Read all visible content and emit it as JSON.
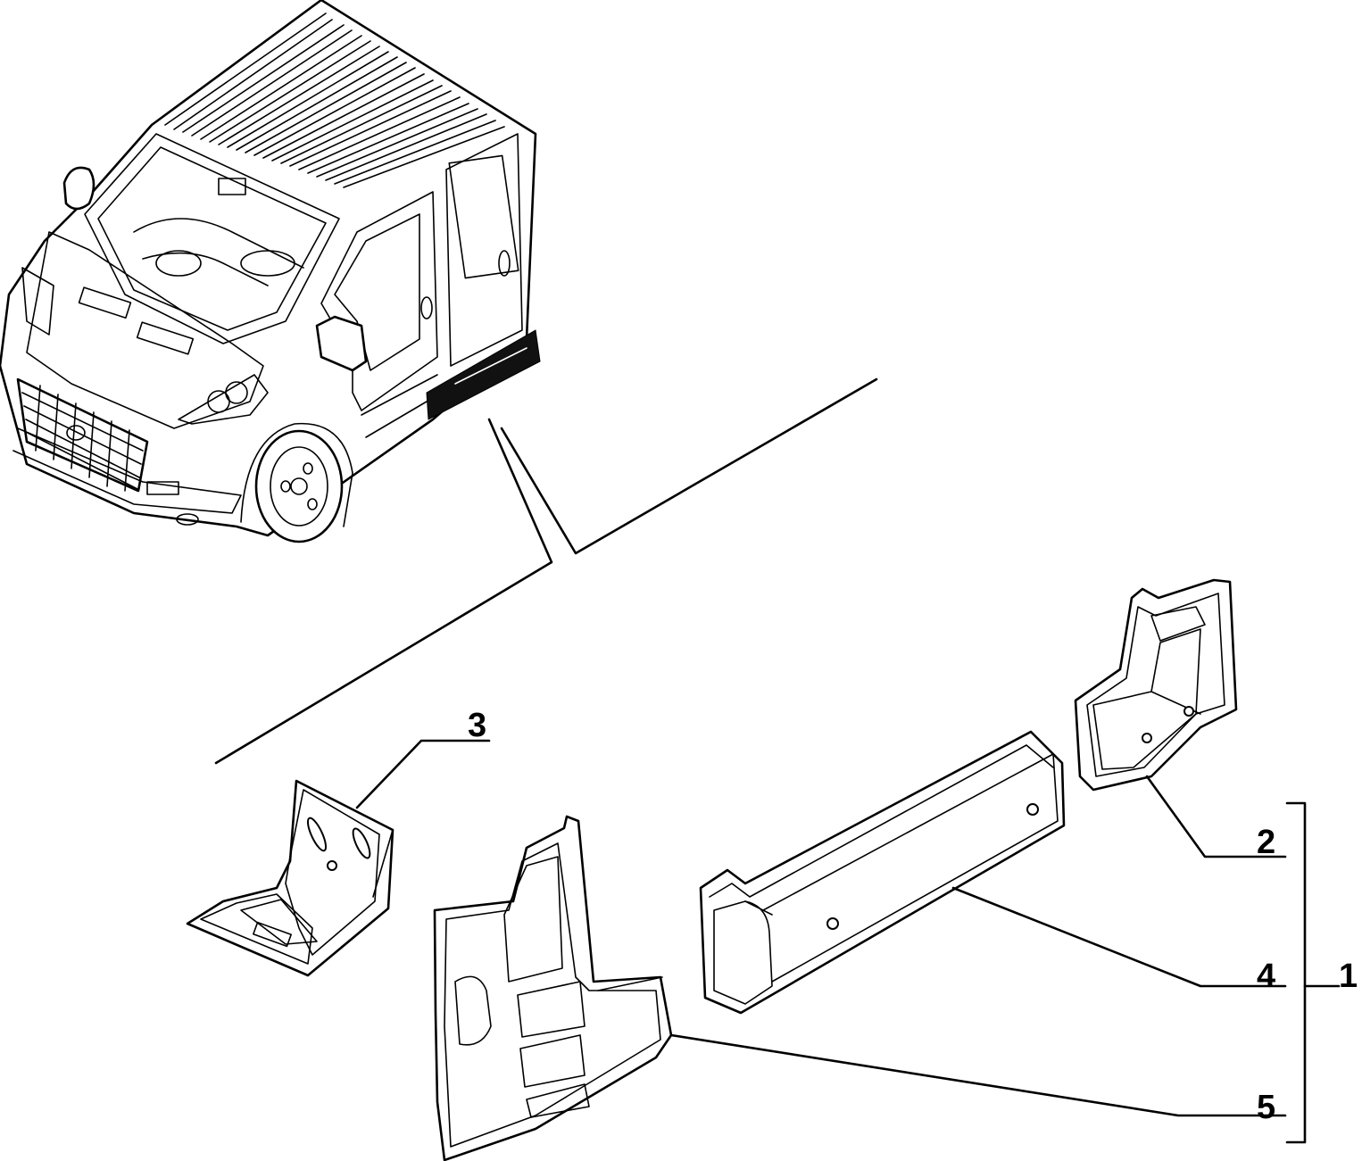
{
  "diagram": {
    "callouts": [
      {
        "id": "1",
        "label": "1"
      },
      {
        "id": "2",
        "label": "2"
      },
      {
        "id": "3",
        "label": "3"
      },
      {
        "id": "4",
        "label": "4"
      },
      {
        "id": "5",
        "label": "5"
      }
    ]
  },
  "colors": {
    "line": "#000000",
    "background": "#ffffff"
  }
}
